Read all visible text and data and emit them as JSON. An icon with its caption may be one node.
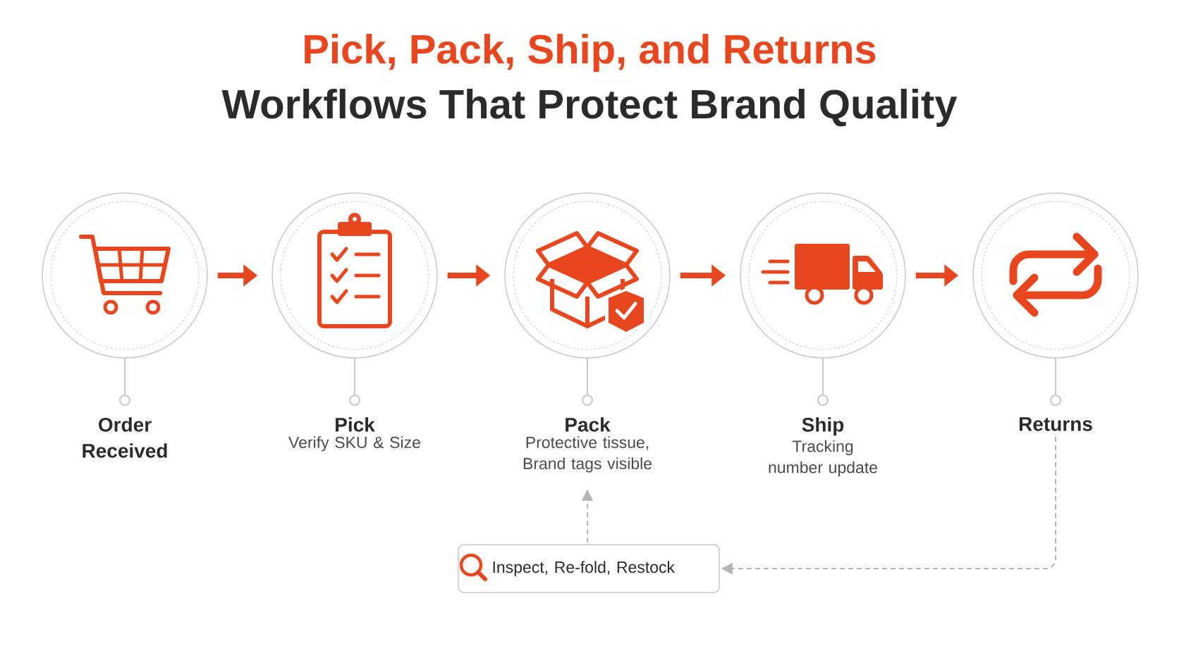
{
  "diagram": {
    "title": "Pick, Pack, Ship, and Returns",
    "labels": [
      "Workflows That Protect Brand Quality"
    ],
    "nodes": [
      {
        "text": [
          "Order Received"
        ]
      },
      {
        "text": [
          "Pick",
          "Verify SKU & Size"
        ]
      },
      {
        "text": [
          "Pack",
          "Protective tissue, Brand tags visible"
        ]
      },
      {
        "text": [
          "Ship",
          "Tracking number update"
        ]
      },
      {
        "text": [
          "Returns"
        ]
      },
      {
        "text": [
          "Inspect, Re-fold, Restock"
        ]
      }
    ],
    "edges": [
      {
        "from": 0,
        "to": 1,
        "arrow": "to"
      },
      {
        "from": 1,
        "to": 2,
        "arrow": "to"
      },
      {
        "from": 2,
        "to": 3,
        "arrow": "to"
      },
      {
        "from": 3,
        "to": 4,
        "arrow": "to"
      },
      {
        "from": 4,
        "to": 5,
        "arrow": "to",
        "style": "dashed",
        "color": "#b4b4b4"
      },
      {
        "from": 5,
        "to": 2,
        "arrow": "to",
        "style": "dashed",
        "color": "#b4b4b4"
      }
    ]
  }
}
